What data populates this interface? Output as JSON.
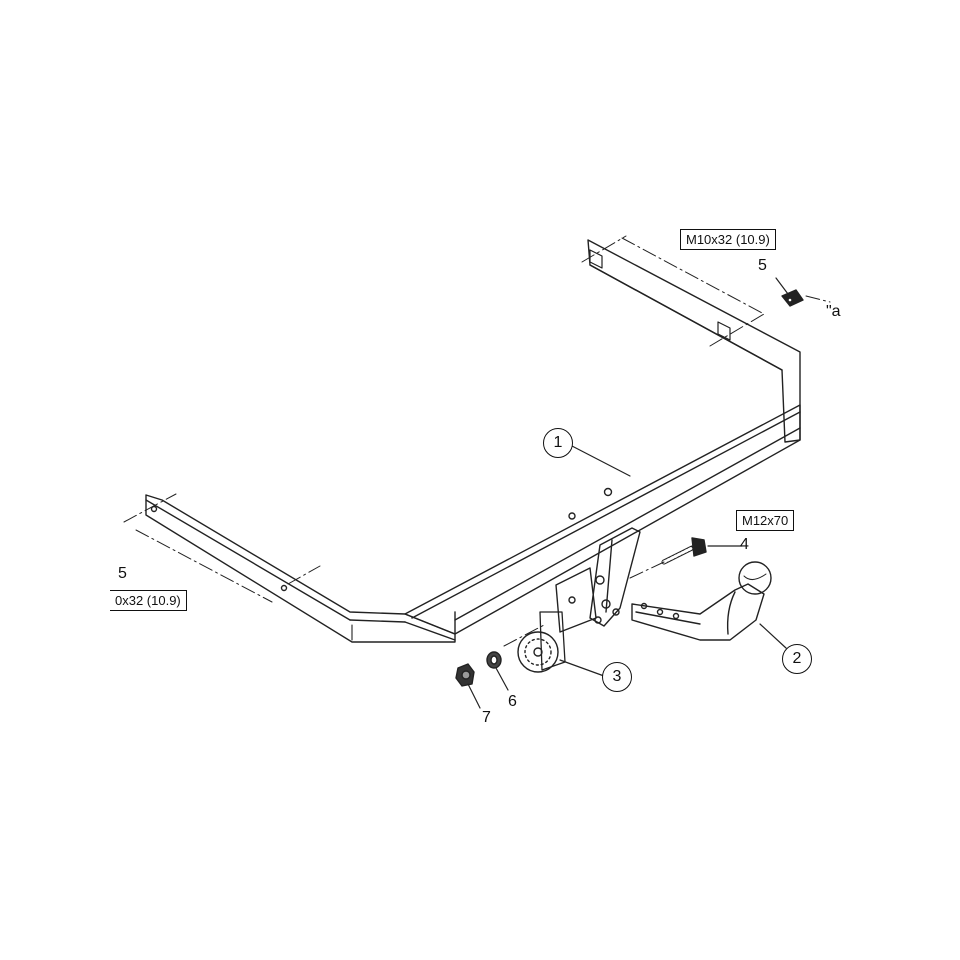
{
  "labels": {
    "bolt_top": "M10x32 (10.9)",
    "bolt_left": "0x32 (10.9)",
    "bolt_m12": "M12x70",
    "edge_mark": "\"a"
  },
  "callouts": {
    "c1": "1",
    "c2": "2",
    "c3": "3",
    "c4": "4",
    "c5_right": "5",
    "c5_left": "5",
    "c6": "6",
    "c7": "7"
  }
}
